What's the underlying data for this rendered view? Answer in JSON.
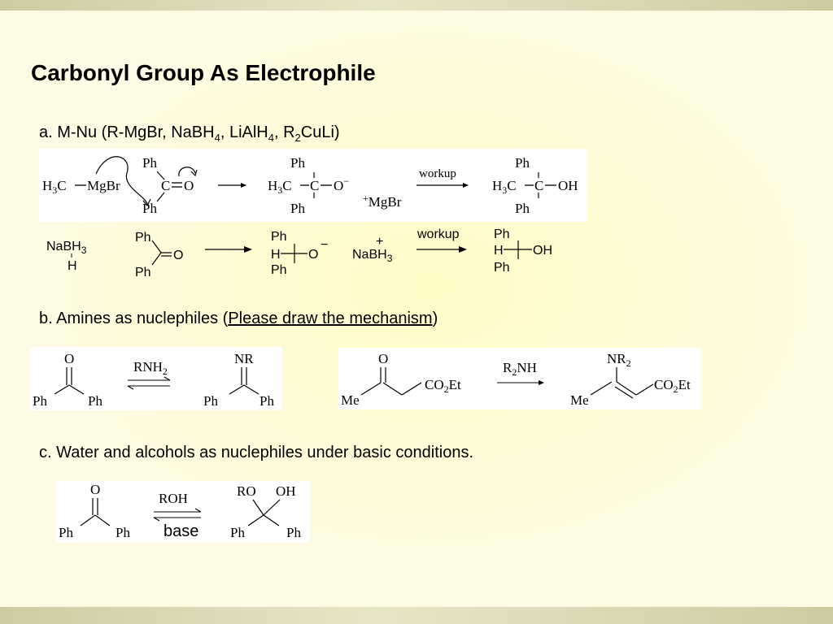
{
  "title": "Carbonyl Group As Electrophile",
  "part_a": {
    "prefix": "a. M-Nu (R-MgBr, NaBH",
    "s1": "4",
    "t1": ", LiAlH",
    "s2": "4",
    "t2": ", R",
    "s3": "2",
    "t3": "CuLi)"
  },
  "part_b": {
    "prefix": "b. Amines as nuclephiles (",
    "underlined": "Please draw the mechanism",
    "suffix": ")"
  },
  "part_c": {
    "text": "c. Water and alcohols as nuclephiles under basic conditions."
  },
  "labels": {
    "ph": "Ph",
    "o_atom": "O",
    "h_atom": "H",
    "oh": "OH",
    "o_minus": "O−",
    "o": "O",
    "mgbr": "MgBr",
    "plus_mgbr": "+MgBr",
    "h3c": "H3C",
    "c_atom": "C",
    "workup": "workup",
    "nabh3": "NaBH3",
    "plus": "+",
    "nr": "NR",
    "nr2": "NR2",
    "rnh2": "RNH2",
    "r2nh": "R2NH",
    "co2et": "CO2Et",
    "me": "Me",
    "roh": "ROH",
    "ro": "RO",
    "base": "base",
    "minus": "−"
  }
}
